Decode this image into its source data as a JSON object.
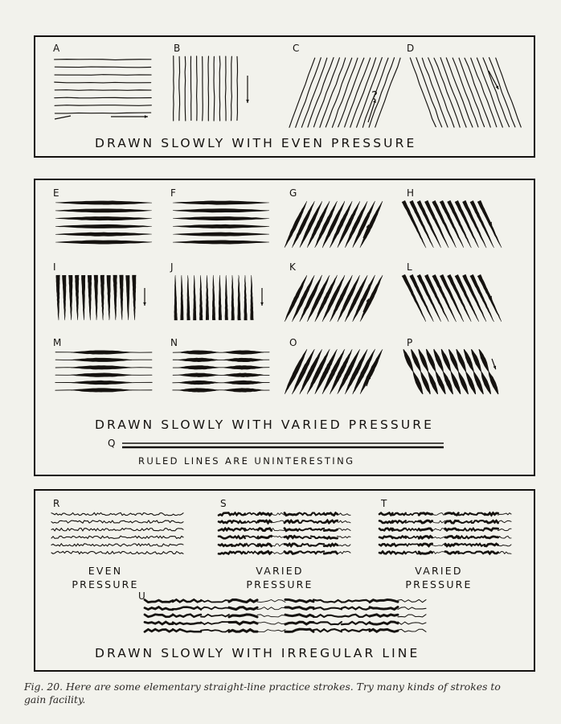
{
  "figure": {
    "number": "Fig. 20.",
    "caption": "Fig. 20. Here are some elementary straight-line practice strokes. Try many kinds of strokes to gain facility.",
    "background_color": "#f2f2ec",
    "ink_color": "#15120f"
  },
  "panels": [
    {
      "id": "panel-1",
      "banner": "DRAWN  SLOWLY  WITH  EVEN  PRESSURE",
      "sections": [
        {
          "letter": "A",
          "kind": "horizontal-even",
          "lines": 8,
          "note": "arrow pointing right"
        },
        {
          "letter": "B",
          "kind": "vertical-even",
          "lines": 12,
          "note": "arrow pointing down"
        },
        {
          "letter": "C",
          "kind": "diagonal-right-even",
          "lines": 14,
          "note": "question mark, arrow up"
        },
        {
          "letter": "D",
          "kind": "diagonal-left-even",
          "lines": 14,
          "note": "arrow pointing down-left"
        }
      ]
    },
    {
      "id": "panel-2",
      "banner": "DRAWN  SLOWLY  WITH  VARIED  PRESSURE",
      "sections": [
        {
          "letter": "E",
          "kind": "horizontal-thick-taper",
          "lines": 6
        },
        {
          "letter": "F",
          "kind": "horizontal-thick-taper",
          "lines": 6
        },
        {
          "letter": "G",
          "kind": "diagonal-right-taper",
          "lines": 11
        },
        {
          "letter": "H",
          "kind": "diagonal-left-taper",
          "lines": 11
        },
        {
          "letter": "I",
          "kind": "vertical-taper-heavy",
          "lines": 13
        },
        {
          "letter": "J",
          "kind": "vertical-taper-light",
          "lines": 13
        },
        {
          "letter": "K",
          "kind": "diagonal-right-taper",
          "lines": 11
        },
        {
          "letter": "L",
          "kind": "diagonal-left-taper",
          "lines": 11
        },
        {
          "letter": "M",
          "kind": "horizontal-swell-center",
          "lines": 6
        },
        {
          "letter": "N",
          "kind": "horizontal-swell-double",
          "lines": 6
        },
        {
          "letter": "O",
          "kind": "diagonal-right-swell",
          "lines": 11
        },
        {
          "letter": "P",
          "kind": "diagonal-left-swell",
          "lines": 11
        },
        {
          "letter": "Q",
          "kind": "ruled-double-line",
          "lines": 2
        }
      ],
      "ruled_caption": "RULED    LINES    ARE    UNINTERESTING"
    },
    {
      "id": "panel-3",
      "banner": "DRAWN  SLOWLY  WITH  IRREGULAR  LINE",
      "sections": [
        {
          "letter": "R",
          "kind": "wavy-even",
          "lines": 6,
          "caption": "EVEN\nPRESSURE"
        },
        {
          "letter": "S",
          "kind": "wavy-varied",
          "lines": 6,
          "caption": "VARIED\nPRESSURE"
        },
        {
          "letter": "T",
          "kind": "wavy-varied",
          "lines": 6,
          "caption": "VARIED\nPRESSURE"
        },
        {
          "letter": "U",
          "kind": "wavy-varied-wide",
          "lines": 5,
          "caption": ""
        }
      ],
      "labels": [
        {
          "text": "EVEN",
          "sub": "PRESSURE"
        },
        {
          "text": "VARIED",
          "sub": "PRESSURE"
        },
        {
          "text": "VARIED",
          "sub": "PRESSURE"
        }
      ]
    }
  ],
  "letters": {
    "A": "A",
    "B": "B",
    "C": "C",
    "D": "D",
    "E": "E",
    "F": "F",
    "G": "G",
    "H": "H",
    "I": "I",
    "J": "J",
    "K": "K",
    "L": "L",
    "M": "M",
    "N": "N",
    "O": "O",
    "P": "P",
    "Q": "Q",
    "R": "R",
    "S": "S",
    "T": "T",
    "U": "U"
  },
  "annotations": {
    "question_mark": "?",
    "even_pressure_line1": "EVEN",
    "even_pressure_line2": "PRESSURE",
    "varied_pressure_line1": "VARIED",
    "varied_pressure_line2": "PRESSURE"
  }
}
